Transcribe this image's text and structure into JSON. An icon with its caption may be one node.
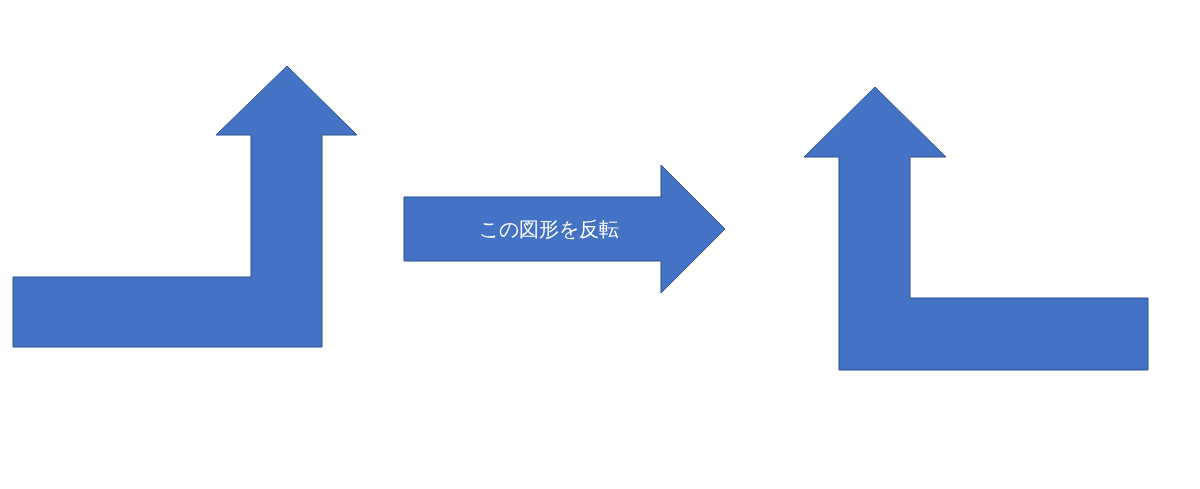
{
  "diagram": {
    "nodes": [
      {
        "text": [],
        "shape": "arrow"
      },
      {
        "text": [
          "この図形を反転"
        ]
      },
      {
        "text": [],
        "shape": "arrow"
      }
    ]
  }
}
